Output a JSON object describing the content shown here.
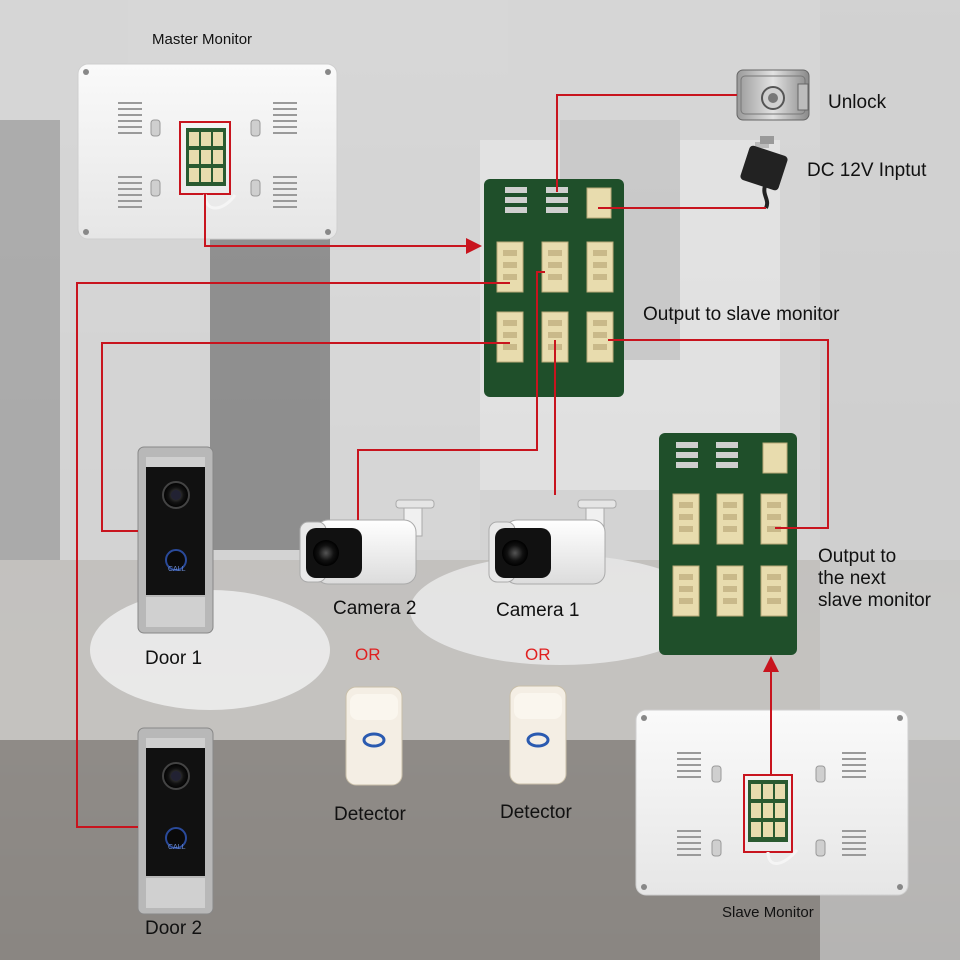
{
  "labels": {
    "master_monitor": "Master Monitor",
    "unlock": "Unlock",
    "dc_input": "DC 12V Inptut",
    "output_slave": "Output to slave monitor",
    "output_next": "Output to\nthe next\nslave monitor",
    "camera2": "Camera 2",
    "camera1": "Camera 1",
    "or_left": "OR",
    "or_right": "OR",
    "door1": "Door 1",
    "door2": "Door 2",
    "detector_left": "Detector",
    "detector_right": "Detector",
    "slave_monitor": "Slave Monitor",
    "door_call_text": "CALL"
  },
  "colors": {
    "wire": "#c8141e",
    "pcb": "#1f4f2a",
    "connector": "#e8dcae",
    "monitor_body": "#f3f3f3",
    "door_face": "#111111",
    "door_frame": "#b8b8b8",
    "or_text": "#e02020"
  }
}
